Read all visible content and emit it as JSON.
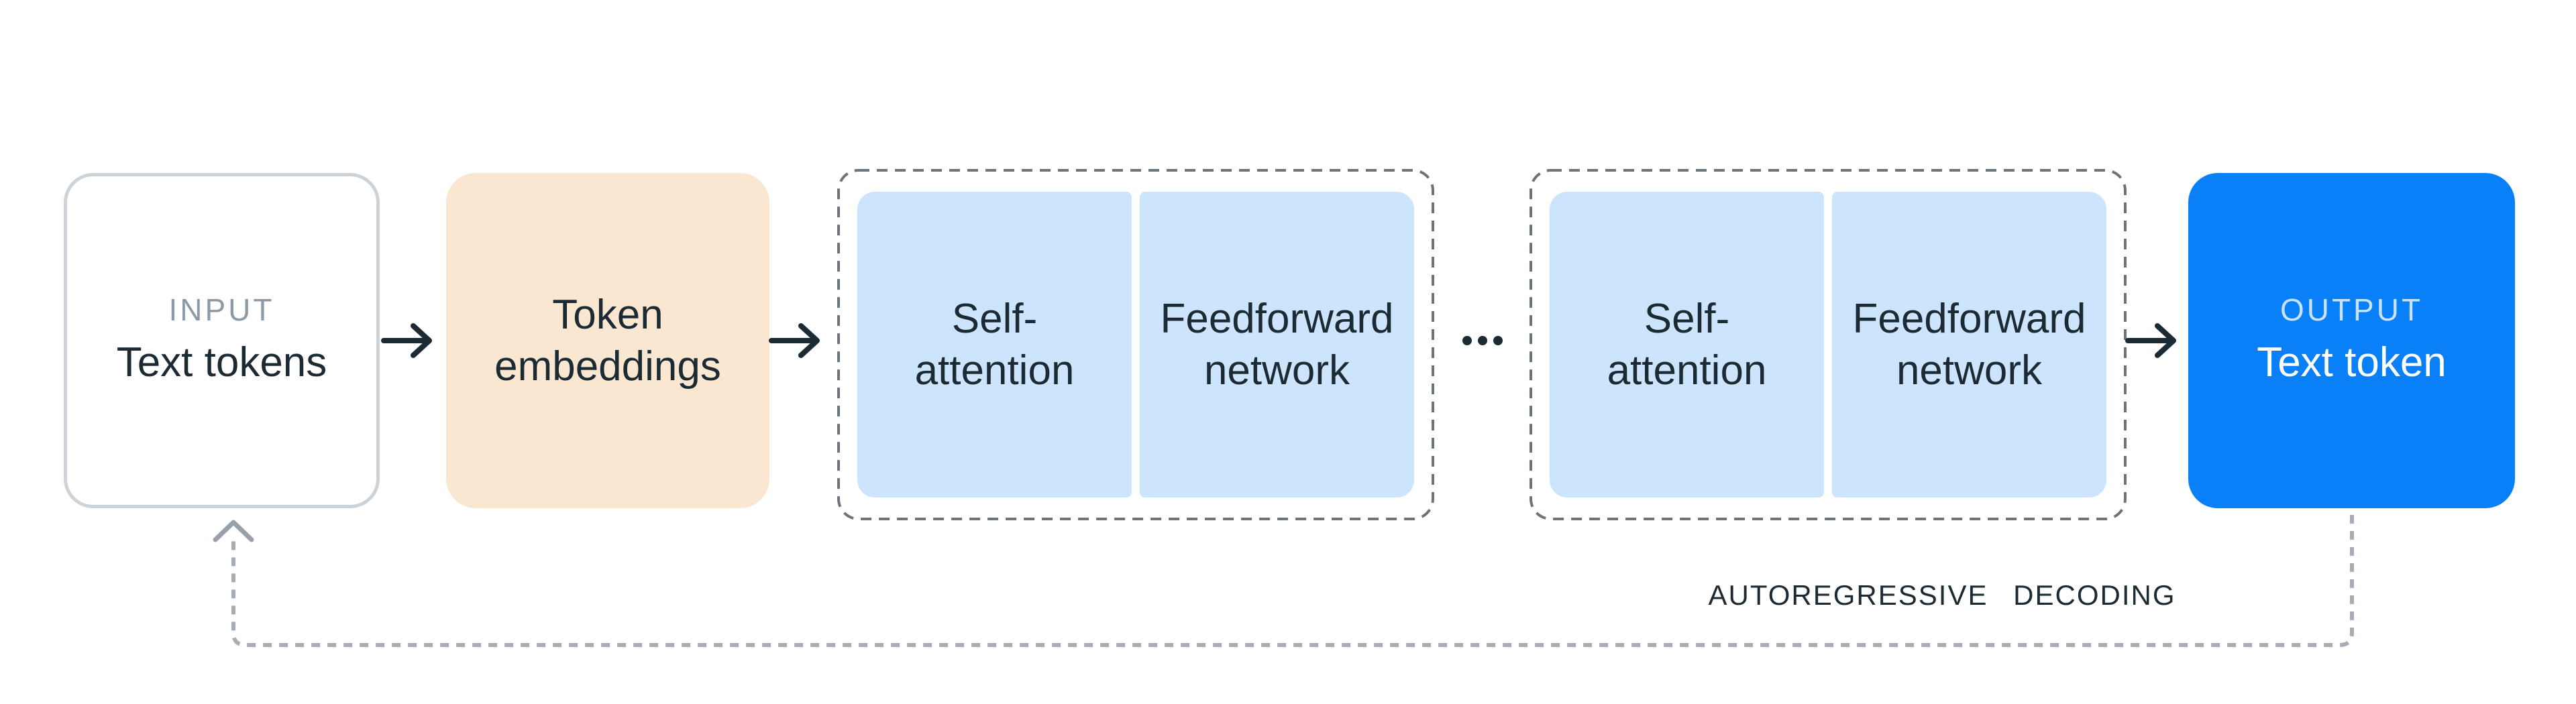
{
  "diagram": {
    "input": {
      "label": "INPUT",
      "value": "Text tokens"
    },
    "embeddings": {
      "label": "Token embeddings"
    },
    "layers": [
      {
        "blocks": [
          "Self-attention",
          "Feedforward network"
        ]
      },
      {
        "blocks": [
          "Self-attention",
          "Feedforward network"
        ]
      }
    ],
    "ellipsis": "…",
    "output": {
      "label": "OUTPUT",
      "value": "Text token"
    },
    "caption": "AUTOREGRESSIVE DECODING"
  },
  "colors": {
    "canvas-bg": "#ffffff",
    "dark-text": "#1c2b33",
    "muted-label": "#8c99a6",
    "output-label": "#c9e2fe",
    "input-border": "#ccd3d9",
    "embeddings-bg": "#f9e7d2",
    "block-bg": "#cce5fc",
    "output-bg": "#0a80f8",
    "arrow": "#1c2b33",
    "layer-dash": "#6b737b",
    "feedback-dash": "#a6adb4",
    "feedback-arrowhead": "#98a1a9"
  }
}
